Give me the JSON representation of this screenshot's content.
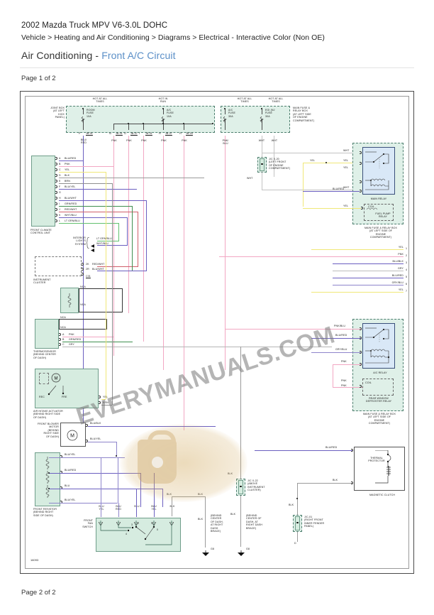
{
  "header": {
    "vehicle": "2002 Mazda Truck MPV V6-3.0L DOHC",
    "breadcrumb": "Vehicle > Heating and Air Conditioning > Diagrams > Electrical - Interactive Color (Non OE)",
    "title_main": "Air Conditioning -",
    "title_accent": "Front A/C Circuit",
    "page_top": "Page 1 of 2",
    "page_bottom": "Page 2 of 2"
  },
  "watermark": {
    "text": "EVERYMANUALS.COM"
  },
  "diagram": {
    "figure_id": "16093",
    "power_rails": [
      {
        "id": "hot_all_1",
        "label": "HOT AT ALL\nTIMES"
      },
      {
        "id": "hot_run",
        "label": "HOT IN\nRUN"
      },
      {
        "id": "hot_all_2",
        "label": "HOT AT ALL\nTIMES"
      },
      {
        "id": "hot_all_3",
        "label": "HOT AT ALL\nTIMES"
      }
    ],
    "joint_box": {
      "label": "JOINT BOX\n(AT LEFT\nKICK\nPANEL)",
      "fuses": [
        {
          "name": "ROOM\nFUSE\n10A"
        },
        {
          "name": "A/C\nFUSE\n10A"
        }
      ],
      "pins": [
        {
          "pin": "P",
          "conn": "JB-01",
          "wire": "BLU/\nRED"
        },
        {
          "pin": "N",
          "conn": "JB-01",
          "wire": "PNK"
        },
        {
          "pin": "G",
          "conn": "JB-07",
          "wire": "PNK"
        },
        {
          "pin": "I",
          "conn": "JB-01",
          "wire": "PNK"
        },
        {
          "pin": "H",
          "conn": "JB-07",
          "wire": "PNK"
        },
        {
          "pin": "H",
          "conn": "JB-04",
          "wire": "PNK"
        }
      ]
    },
    "right_fusebox": {
      "label": "MAIN FUSE &\nRELAY BOX\n(AT LEFT SIDE\nOF ENGINE\nCOMPARTMENT)",
      "fuses": [
        {
          "name": "A/C\nFUSE\n30A",
          "wire": "PNK/\nBLU"
        },
        {
          "name": "EGI (NJ\nFUSE\n30A",
          "wire": "WHT"
        }
      ],
      "extra_wire": "WHT"
    },
    "jc_x20": {
      "label": "J/C X-20\n(LEFT FRONT\nOF ENGINE\nCOMPARTMENT)",
      "in_wire": "WHT",
      "out_wire": "WHT"
    },
    "jc_x22": {
      "label": "J/C X-22\n(ABOVE\nINSTRUMENT\nCLUSTER)",
      "wire": "BLK"
    },
    "jc_01": {
      "label": "J/C-01\n(RIGHT FRONT\nINNER FENDER\nPANEL)",
      "wire": "BLK",
      "pin": "D"
    },
    "front_climate_control_unit": {
      "label": "FRONT CLIMATE\nCONTROL UNIT",
      "pins": [
        {
          "pin": "A",
          "wire": "BLU/RED"
        },
        {
          "pin": "B",
          "wire": "PNK"
        },
        {
          "pin": "C",
          "wire": "YEL"
        },
        {
          "pin": "D",
          "wire": "BLK"
        },
        {
          "pin": "E",
          "wire": "BRN"
        },
        {
          "pin": "F",
          "wire": "BLU/YEL"
        },
        {
          "pin": "G",
          "wire": ""
        },
        {
          "pin": "H",
          "wire": "BLU/WHT"
        },
        {
          "pin": "I",
          "wire": "GRN/RED"
        },
        {
          "pin": "J",
          "wire": "RED/WHT"
        },
        {
          "pin": "K",
          "wire": "WHT/BLU"
        },
        {
          "pin": "L",
          "wire": "LT GRN/BLU"
        }
      ]
    },
    "interior_lights_system": {
      "label": "INTERIOR\nLIGHTS\nSYSTEM",
      "wires": [
        "LT GRN/BLU",
        "WHT/BLU"
      ]
    },
    "instrument_cluster": {
      "label": "INSTRUMENT\nCLUSTER",
      "connector": "C01",
      "pins": [
        {
          "pin": "2K",
          "wire": "RED/WHT"
        },
        {
          "pin": "2R",
          "wire": "BLU/WHT"
        }
      ]
    },
    "thermosensor": {
      "label": "THERMOSENSOR\n(BEHIND CENTER\nOF DASH)",
      "nca_labels": [
        "NCA",
        "NCA",
        "NCA",
        "NCA"
      ],
      "pins": [
        {
          "pin": "A",
          "wire": "PNK"
        },
        {
          "pin": "B",
          "wire": "GRN/RED"
        },
        {
          "pin": "C",
          "wire": "GRY"
        }
      ]
    },
    "air_intake_actuator": {
      "label": "AIR INTAKE ACTUATOR\n(BEHIND RIGHT SIDE\nOF DASH)",
      "motor": "M",
      "positions": [
        "REC",
        "FRE"
      ],
      "pins": [
        {
          "pin": "D",
          "wire": "YEL"
        },
        {
          "pin": "E",
          "wire": "BRN"
        }
      ]
    },
    "front_blower_motor": {
      "label": "FRONT BLOWER\nMOTOR\n(BEHIND\nRIGHT SIDE\nOF DASH)",
      "motor": "M",
      "pins": [
        {
          "pin": "A",
          "wire": "BLU/BLK"
        },
        {
          "pin": "B",
          "wire": "BLU/YEL"
        }
      ]
    },
    "front_resistor": {
      "label": "FRONT RESISTOR\n(BEHIND RIGHT\nSIDE OF DASH)",
      "pins": [
        {
          "pin": "1",
          "wire": "BLU/YEL"
        },
        {
          "pin": "2",
          "wire": "BLU/RED"
        },
        {
          "pin": "3",
          "wire": "BLU"
        },
        {
          "pin": "4",
          "wire": "BLU/YEL"
        }
      ]
    },
    "front_fan_switch": {
      "label": "FRONT\nFAN\nSWITCH",
      "terminals": [
        {
          "pin": "A",
          "wire": "BLU\nYEL"
        },
        {
          "pin": "B",
          "wire": "BLU\nRED"
        },
        {
          "pin": "C",
          "wire": "BLU"
        },
        {
          "pin": "D",
          "wire": "BLU\nYEL"
        },
        {
          "pin": "E",
          "wire": "BLK"
        }
      ],
      "positions": [
        "1",
        "2",
        "3",
        "4",
        "0"
      ]
    },
    "grounds": [
      {
        "id": "G8_center",
        "name": "G8",
        "label": "(BEHIND\nCENTER\nOF DASH,\nAT RIGHT\nDASH\nBRACE)",
        "wire": "BLK"
      },
      {
        "id": "G8_right",
        "name": "G8",
        "label": "(BEHIND\nCENTER OF\nDASH, AT\nRIGHT DASH\nBRACE)",
        "wire": "BLK"
      }
    ],
    "main_relay": {
      "name": "MAIN RELAY",
      "wires": [
        "WHT",
        "YEL",
        "YEL",
        "WHT",
        "BLU/RED"
      ]
    },
    "fuel_pump_relay": {
      "name": "FUEL PUMP\nRELAY",
      "coil_label": "COIL",
      "wires": [
        "YEL",
        "YEL"
      ]
    },
    "main_fuse_relay_box_1": {
      "label": "MAIN FUSE & RELAY BOX\n(AT LEFT SIDE OF\nENGINE\nCOMPARTMENT)"
    },
    "ac_relay": {
      "name": "A/C RELAY",
      "wires": [
        "PNK/BLU",
        "BLU/RED",
        "GRY/BLU",
        "PNK"
      ]
    },
    "rear_window_defroster_relay": {
      "name": "REAR WINDOW\nDEFROSTER RELAY",
      "coil_label": "COIL",
      "wires": [
        "PNK",
        "PNK"
      ]
    },
    "main_fuse_relay_box_2": {
      "label": "MAIN FUSE & RELAY BOX\n(AT LEFT SIDE OF\nENGINE\nCOMPARTMENT)"
    },
    "magnetic_clutch": {
      "name": "MAGNETIC CLUTCH",
      "thermal_protector": "THERMAL\nPROTECTOR",
      "wires": [
        "BLU/RED",
        "BLK"
      ]
    },
    "page_connectors": [
      {
        "num": "1",
        "wire": "YEL"
      },
      {
        "num": "2",
        "wire": "PNK"
      },
      {
        "num": "3",
        "wire": "BLU/BLK"
      },
      {
        "num": "4",
        "wire": "GRY"
      },
      {
        "num": "5",
        "wire": "BLU/RED"
      },
      {
        "num": "6",
        "wire": "GRY/BLU"
      },
      {
        "num": "7",
        "wire": "YEL"
      }
    ],
    "colors": {
      "pnk": "#f2a7c3",
      "yel": "#f5f08a",
      "blu": "#7b6fc4",
      "blk": "#9a9a9a",
      "wht": "#cccccc",
      "grn": "#63b36b",
      "red": "#e0707a",
      "gry": "#b5b5b5",
      "ltgrn": "#7fcf8a",
      "brn": "#8f8f8f",
      "purple": "#6b5fc0",
      "boxfill": "#d6ece0",
      "relayfill": "#d9e8f7"
    }
  }
}
